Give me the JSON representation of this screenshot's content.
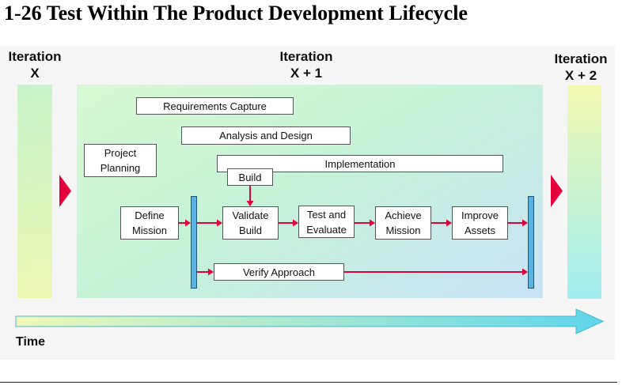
{
  "title": "1-26 Test Within The Product Development Lifecycle",
  "iterations": [
    {
      "label": "Iteration",
      "index": "X"
    },
    {
      "label": "Iteration",
      "index": "X + 1"
    },
    {
      "label": "Iteration",
      "index": "X + 2"
    }
  ],
  "workflows": {
    "requirements_capture": "Requirements Capture",
    "analysis_and_design": "Analysis and Design",
    "project_planning": "Project\nPlanning",
    "implementation": "Implementation"
  },
  "activities": {
    "build": "Build",
    "define_mission": "Define\nMission",
    "validate_build": "Validate\nBuild",
    "test_and_evaluate": "Test and\nEvaluate",
    "achieve_mission": "Achieve\nMission",
    "improve_assets": "Improve\nAssets",
    "verify_approach": "Verify Approach"
  },
  "time_axis": {
    "label": "Time"
  },
  "colors": {
    "flow_arrow": "#e0003a",
    "transition_marker": "#e4003c",
    "milestone_bar": "#5ab2e0",
    "milestone_bar_border": "#1f5678",
    "box_border": "#555555",
    "iteration_previous_start": "#c8f3ca",
    "iteration_previous_end": "#eef8b6",
    "iteration_current_start": "#d8f8d2",
    "iteration_current_mid": "#c6f3d8",
    "iteration_current_end": "#c8e3f6",
    "iteration_next_start": "#f3f9b2",
    "iteration_next_end": "#a2eef0",
    "time_arrow_start": "#f0f8b8",
    "time_arrow_end": "#5fd6ea",
    "time_arrow_border": "#46b6cc"
  }
}
